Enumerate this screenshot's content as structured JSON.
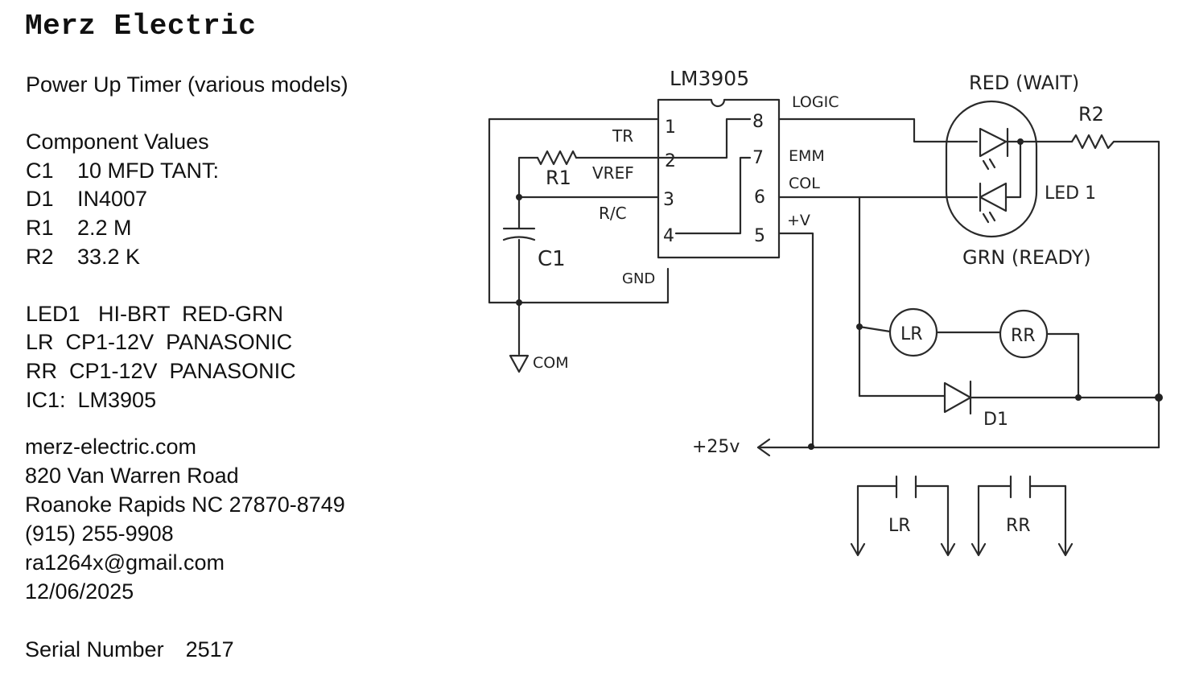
{
  "header": {
    "company": "Merz Electric",
    "subtitle": "Power Up Timer (various models)"
  },
  "components": {
    "heading": "Component Values",
    "items": [
      {
        "ref": "C1",
        "value": "10 MFD TANT:"
      },
      {
        "ref": "D1",
        "value": "IN4007"
      },
      {
        "ref": "R1",
        "value": "2.2 M"
      },
      {
        "ref": "R2",
        "value": "33.2 K"
      }
    ],
    "parts": [
      "LED1   HI-BRT  RED-GRN",
      "LR  CP1-12V  PANASONIC",
      "RR  CP1-12V  PANASONIC",
      "IC1:  LM3905"
    ]
  },
  "contact": {
    "website": "merz-electric.com",
    "street": "820 Van Warren Road",
    "city": "Roanoke Rapids NC 27870-8749",
    "phone": "(915) 255-9908",
    "email": "ra1264x@gmail.com",
    "date": "12/06/2025"
  },
  "serial": {
    "label": "Serial Number",
    "value": "2517"
  },
  "schematic": {
    "ic_name": "LM3905",
    "pins": [
      "1",
      "2",
      "3",
      "4",
      "5",
      "6",
      "7",
      "8"
    ],
    "pin_labels": {
      "tr": "TR",
      "vref": "VREF",
      "rc": "R/C",
      "gnd": "GND",
      "logic": "LOGIC",
      "emm": "EMM",
      "col": "COL",
      "vplus": "+V"
    },
    "r1": "R1",
    "c1": "C1",
    "vcom": "COM",
    "led_red": "RED (WAIT)",
    "led_green": "GRN (READY)",
    "led1": "LED 1",
    "r2": "R2",
    "lr": "LR",
    "rr": "RR",
    "d1": "D1",
    "supply": "+25v",
    "relay_lr": "LR",
    "relay_rr": "RR"
  }
}
